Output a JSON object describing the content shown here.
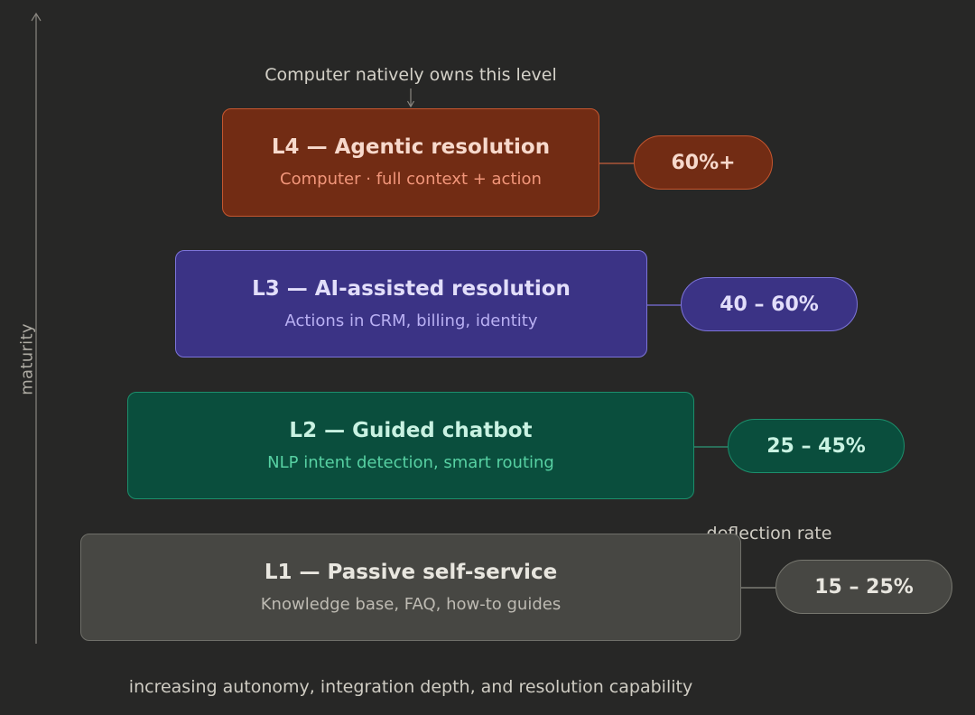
{
  "diagram": {
    "y_axis_label": "maturity",
    "annotation": "Computer natively owns this level",
    "metric_label": "deflection rate",
    "x_caption": "increasing autonomy, integration depth, and resolution capability",
    "levels": [
      {
        "title": "L4 — Agentic resolution",
        "subtitle": "Computer · full context + action",
        "rate": "60%+",
        "fill": "#722c14",
        "border": "#c4562f"
      },
      {
        "title": "L3 — AI-assisted resolution",
        "subtitle": "Actions in CRM, billing, identity",
        "rate": "40 – 60%",
        "fill": "#3b3385",
        "border": "#7d74d9"
      },
      {
        "title": "L2 — Guided chatbot",
        "subtitle": "NLP intent detection, smart routing",
        "rate": "25 – 45%",
        "fill": "#0a4e3d",
        "border": "#1c8f6c"
      },
      {
        "title": "L1 — Passive self-service",
        "subtitle": "Knowledge base, FAQ, how-to guides",
        "rate": "15 – 25%",
        "fill": "#474743",
        "border": "#6f6f69"
      }
    ]
  }
}
